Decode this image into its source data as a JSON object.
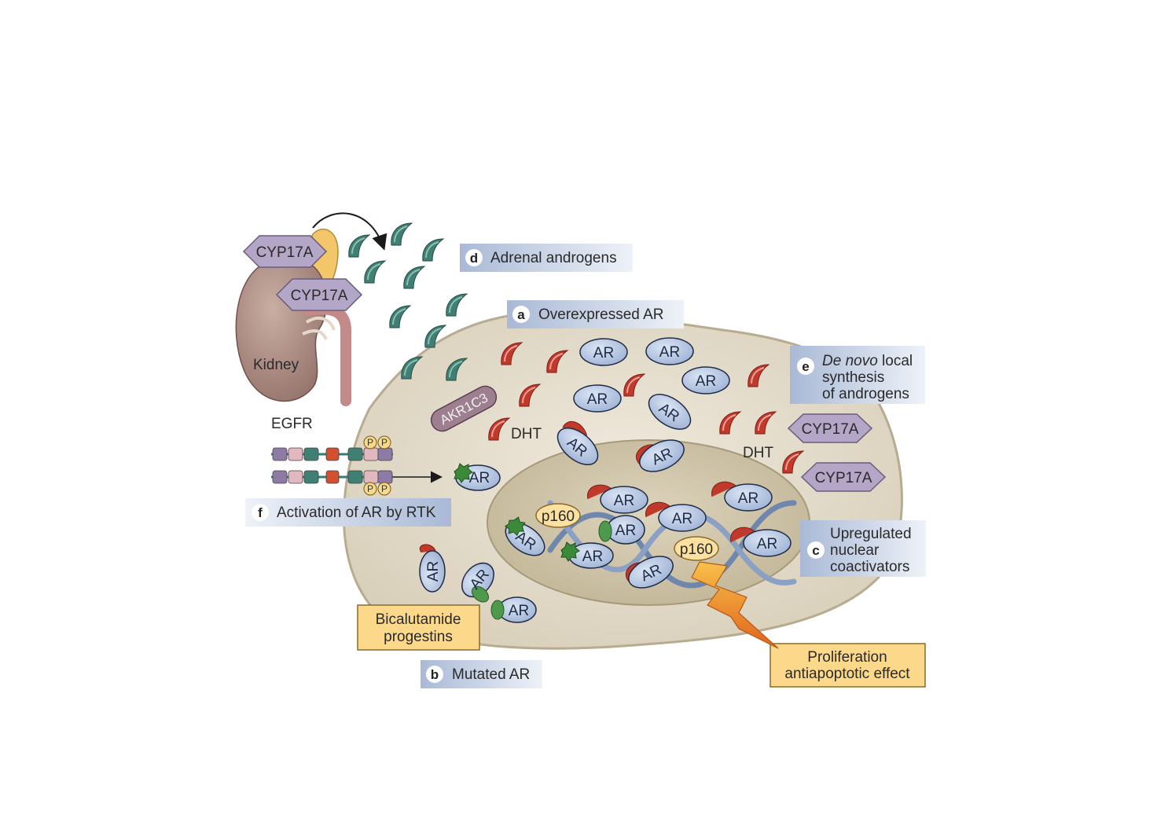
{
  "labels": {
    "d": {
      "letter": "d",
      "text": "Adrenal androgens"
    },
    "a": {
      "letter": "a",
      "text": "Overexpressed AR"
    },
    "e": {
      "letter": "e",
      "italic": "De novo",
      "rest": " local",
      "line2": "synthesis",
      "line3": "of androgens"
    },
    "f": {
      "letter": "f",
      "text": "Activation of AR by RTK"
    },
    "c": {
      "letter": "c",
      "line1": "Upregulated",
      "line2": "nuclear",
      "line3": "coactivators"
    },
    "b": {
      "letter": "b",
      "text": "Mutated AR"
    }
  },
  "boxes": {
    "drugs": {
      "line1": "Bicalutamide",
      "line2": "progestins"
    },
    "effect": {
      "line1": "Proliferation",
      "line2": "antiapoptotic effect"
    }
  },
  "text": {
    "kidney": "Kidney",
    "egfr": "EGFR",
    "enzyme": "CYP17A",
    "akr": "AKR1C3",
    "dht": "DHT",
    "ar": "AR",
    "p160": "p160",
    "phospho": "P"
  },
  "colors": {
    "cell": "#e3dccb",
    "nucleus": "#cfc5ab",
    "receptor": "#b9c9e4",
    "dht_red": "#c0392b",
    "adrenal_teal": "#3f7f74",
    "enzyme": "#b4a6c6",
    "label_box": "#c4d0e4",
    "yellow_box": "#fcd98a"
  }
}
